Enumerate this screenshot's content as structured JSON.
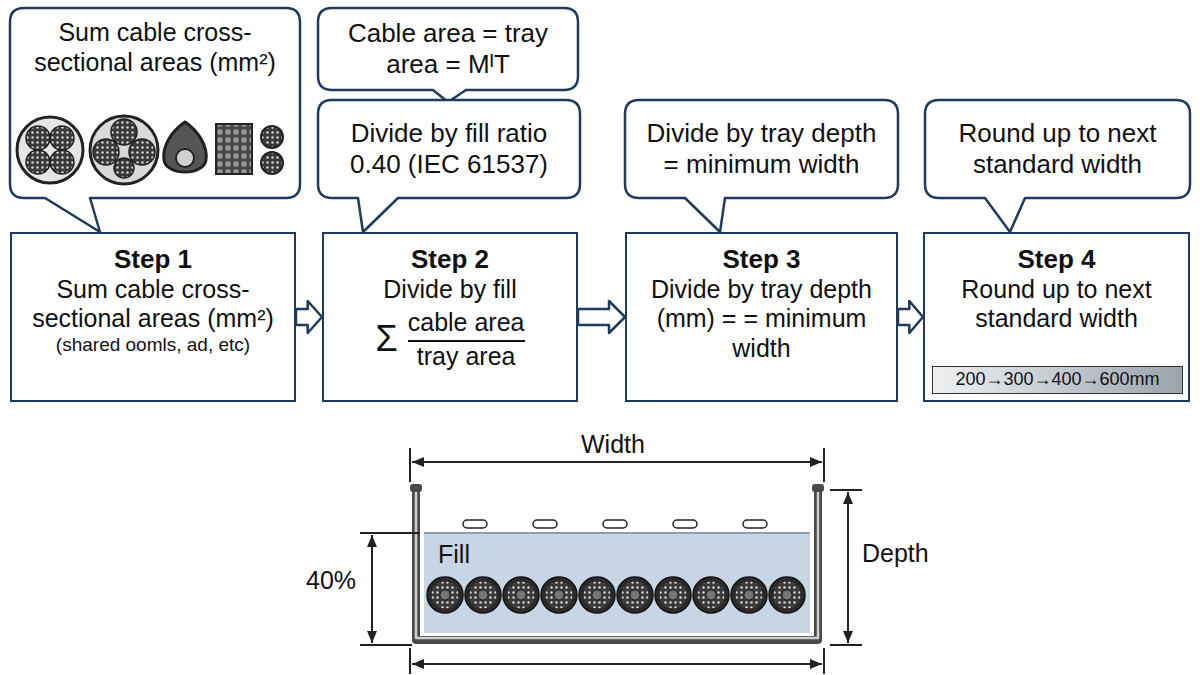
{
  "diagram": {
    "nodes": [
      {
        "text": [
          "Sum cable cross-sectional areas (mm²)"
        ]
      },
      {
        "text": [
          "Cable area = tray area = MᴵT"
        ]
      },
      {
        "text": [
          "Divide by fill ratio 0.40 (IEC 61537)"
        ]
      },
      {
        "text": [
          "Divide by tray depth = minimum width"
        ]
      },
      {
        "text": [
          "Round up to next standard width"
        ]
      },
      {
        "text": [
          "Step 1",
          "Sum cable cross-sectional areas (mm²)",
          "(shared oomls, ad, etc)"
        ]
      },
      {
        "text": [
          "Step 2",
          "Divide by fill",
          "Σ",
          "cable area",
          "tray area"
        ]
      },
      {
        "text": [
          "Step 3",
          "Divide by tray depth (mm) = = minimum width"
        ]
      },
      {
        "text": [
          "Step 4",
          "Round up to next standard width"
        ]
      },
      {
        "text": [
          "200→300→400→600mm"
        ],
        "in": 8
      }
    ],
    "edges": [
      {
        "from": 5,
        "to": 6,
        "arrow": "to"
      },
      {
        "from": 6,
        "to": 7,
        "arrow": "to"
      },
      {
        "from": 7,
        "to": 8,
        "arrow": "to"
      }
    ],
    "labels": [
      "Width",
      "Fill",
      "40%",
      "Depth"
    ]
  }
}
